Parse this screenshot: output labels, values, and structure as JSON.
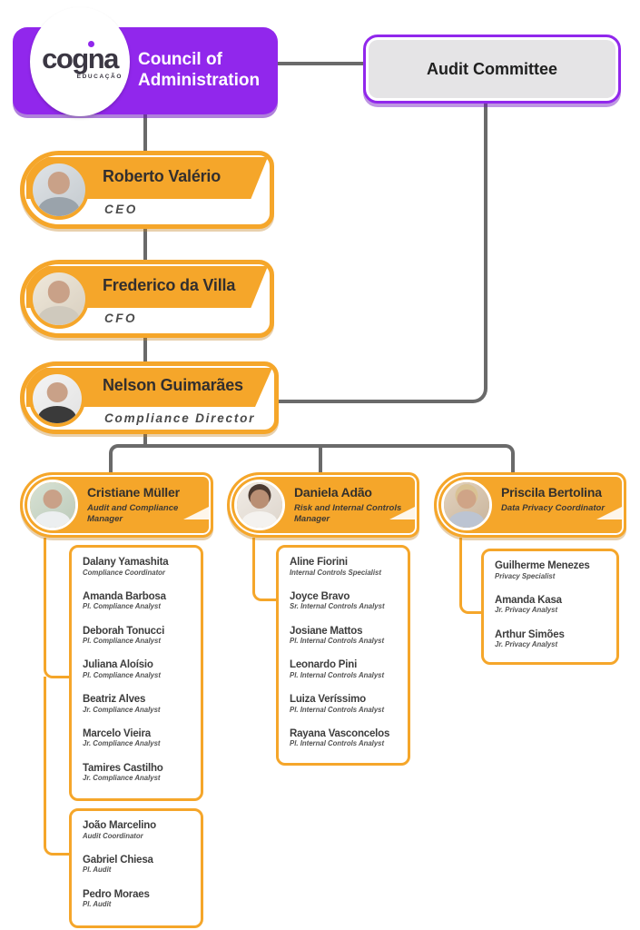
{
  "header": {
    "logo": {
      "brand": "cogna",
      "sub": "EDUCAÇÃO"
    },
    "council": {
      "line1": "Council of",
      "line2": "Administration"
    },
    "audit_committee": "Audit Committee"
  },
  "executives": [
    {
      "name": "Roberto Valério",
      "title": "CEO"
    },
    {
      "name": "Frederico da Villa",
      "title": "CFO"
    },
    {
      "name": "Nelson Guimarães",
      "title": "Compliance  Director"
    }
  ],
  "managers": [
    {
      "name": "Cristiane Müller",
      "title": "Audit and Compliance Manager"
    },
    {
      "name": "Daniela Adão",
      "title": "Risk and Internal Controls Manager"
    },
    {
      "name": "Priscila Bertolina",
      "title": "Data Privacy Coordinator"
    }
  ],
  "teams": {
    "compliance": [
      {
        "name": "Dalany Yamashita",
        "title": "Compliance Coordinator"
      },
      {
        "name": "Amanda Barbosa",
        "title": "Pl. Compliance Analyst"
      },
      {
        "name": "Deborah Tonucci",
        "title": "Pl. Compliance Analyst"
      },
      {
        "name": "Juliana Aloísio",
        "title": "Pl. Compliance Analyst"
      },
      {
        "name": "Beatriz Alves",
        "title": "Jr. Compliance Analyst"
      },
      {
        "name": "Marcelo Vieira",
        "title": "Jr. Compliance Analyst"
      },
      {
        "name": "Tamires Castilho",
        "title": "Jr. Compliance Analyst"
      }
    ],
    "audit": [
      {
        "name": "João Marcelino",
        "title": "Audit Coordinator"
      },
      {
        "name": "Gabriel Chiesa",
        "title": "Pl. Audit"
      },
      {
        "name": "Pedro Moraes",
        "title": "Pl. Audit"
      }
    ],
    "internal_controls": [
      {
        "name": "Aline Fiorini",
        "title": "Internal Controls Specialist"
      },
      {
        "name": "Joyce Bravo",
        "title": "Sr. Internal Controls Analyst"
      },
      {
        "name": "Josiane Mattos",
        "title": "Pl. Internal Controls Analyst"
      },
      {
        "name": "Leonardo Pini",
        "title": "Pl. Internal Controls Analyst"
      },
      {
        "name": "Luiza Veríssimo",
        "title": "Pl. Internal Controls Analyst"
      },
      {
        "name": "Rayana Vasconcelos",
        "title": "Pl. Internal Controls Analyst"
      }
    ],
    "privacy": [
      {
        "name": "Guilherme Menezes",
        "title": "Privacy Specialist"
      },
      {
        "name": "Amanda Kasa",
        "title": "Jr. Privacy Analyst"
      },
      {
        "name": "Arthur Simões",
        "title": "Jr. Privacy Analyst"
      }
    ]
  },
  "colors": {
    "orange": "#F5A62A",
    "purple": "#9127EC",
    "connector_gray": "#6A6A6A",
    "audit_fill": "#E5E4E6"
  }
}
